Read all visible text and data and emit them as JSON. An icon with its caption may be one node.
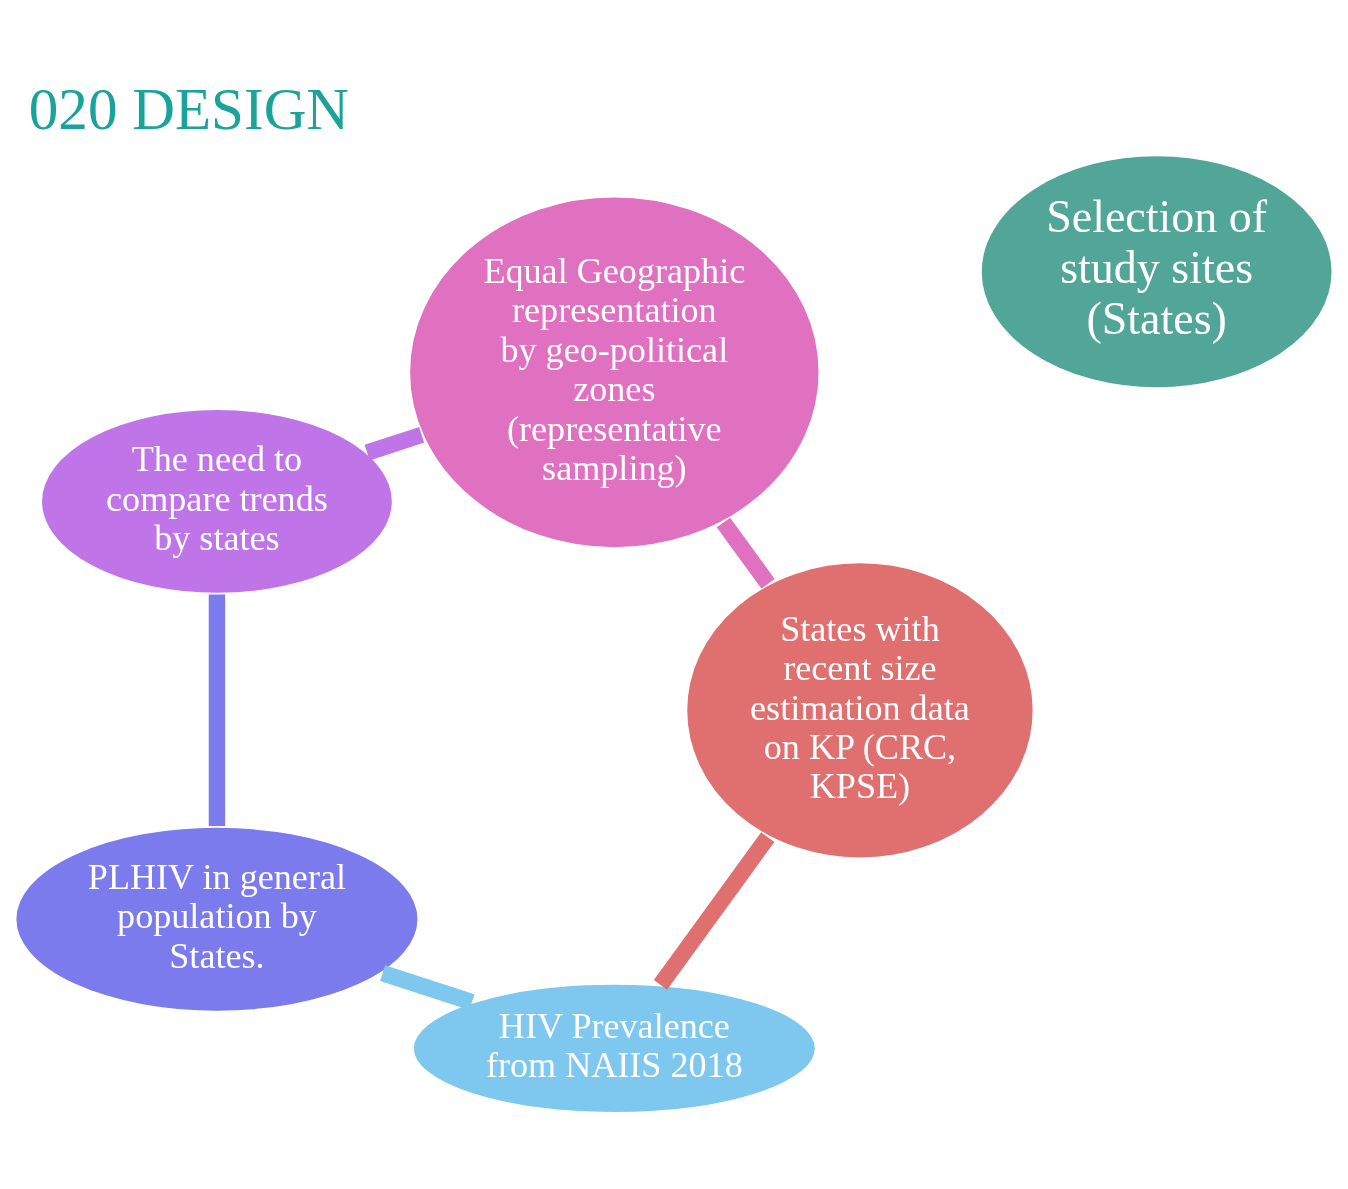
{
  "diagram": {
    "title": "020 DESIGN",
    "nodes": [
      {
        "text": [
          "HIV Prevalence from NAIIS 2018"
        ]
      },
      {
        "text": [
          "PLHIV in general population by States."
        ]
      },
      {
        "text": [
          "The need to compare trends by states"
        ]
      },
      {
        "text": [
          "Equal Geographic representation by geo-political zones (representative sampling)"
        ]
      },
      {
        "text": [
          "States with recent size estimation data on KP (CRC, KPSE)"
        ]
      },
      {
        "text": [
          "Selection of study sites (States)"
        ]
      }
    ],
    "edges": [
      {
        "from": 0,
        "to": 1,
        "arrow": "none",
        "color": "#7ec8f0"
      },
      {
        "from": 1,
        "to": 2,
        "arrow": "none",
        "color": "#7b7bee"
      },
      {
        "from": 2,
        "to": 3,
        "arrow": "none",
        "color": "#bf75e8"
      },
      {
        "from": 3,
        "to": 4,
        "arrow": "none",
        "color": "#e070c0"
      },
      {
        "from": 4,
        "to": 0,
        "arrow": "none",
        "color": "#e07070"
      }
    ]
  }
}
